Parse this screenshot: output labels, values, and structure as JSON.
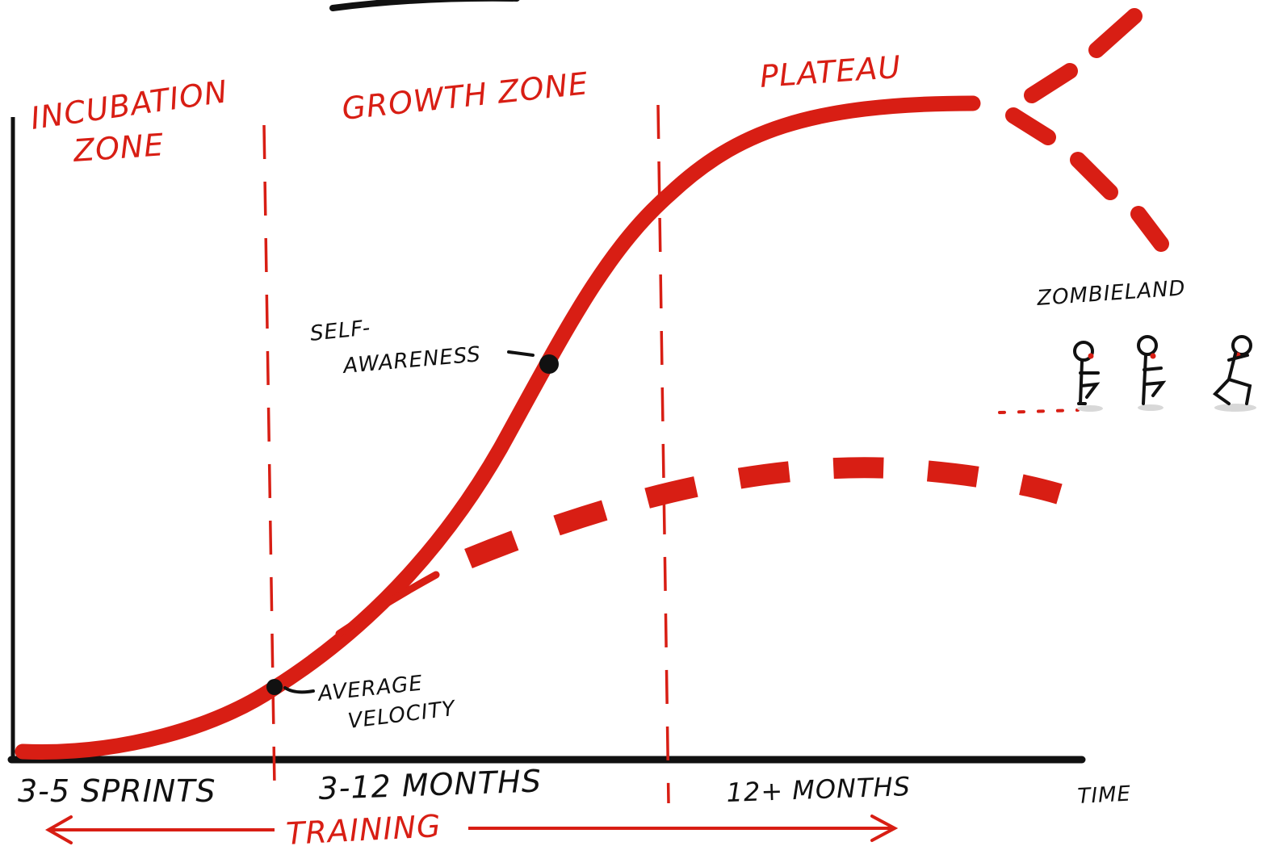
{
  "colors": {
    "accent": "#d81e14",
    "ink": "#111111"
  },
  "zones": {
    "incubation_line1": "INCUBATION",
    "incubation_line2": "ZONE",
    "growth": "GROWTH ZONE",
    "plateau": "PLATEAU"
  },
  "annotations": {
    "self_awareness_line1": "SELF-",
    "self_awareness_line2": "AWARENESS",
    "average_velocity_line1": "AVERAGE",
    "average_velocity_line2": "VELOCITY",
    "zombieland": "ZOMBIELAND"
  },
  "axis": {
    "tick_1": "3-5 SPRINTS",
    "tick_2": "3-12 MONTHS",
    "tick_3": "12+ MONTHS",
    "time_label": "TIME",
    "training_label": "TRAINING"
  },
  "icons": {
    "zombie_figures": [
      "zombie-walking-icon",
      "zombie-walking-icon",
      "zombie-crouching-icon"
    ]
  }
}
